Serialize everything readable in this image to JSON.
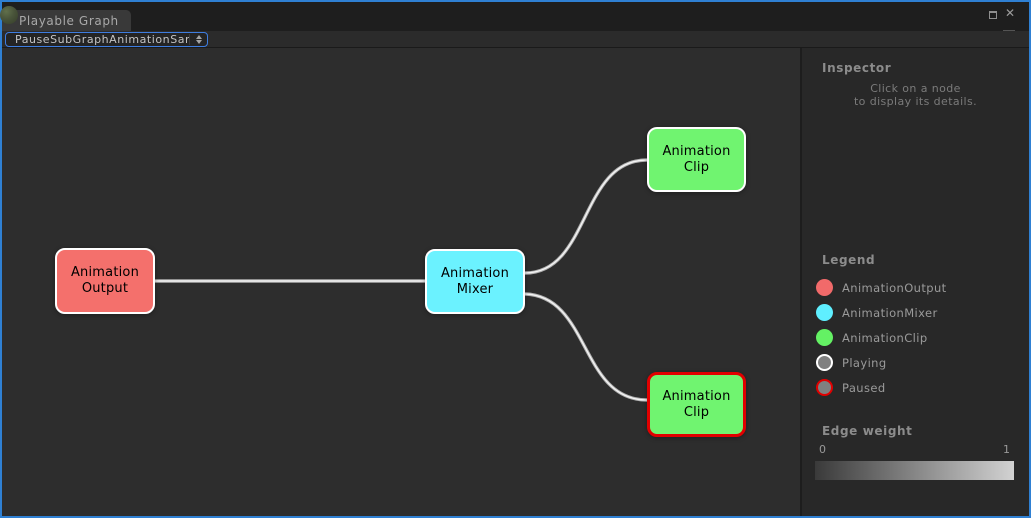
{
  "window": {
    "tab": "Playable Graph",
    "border_color": "#2F80D3",
    "controls": {
      "close_glyph": "✕"
    }
  },
  "toolbar": {
    "graph_dropdown": {
      "value": "PauseSubGraphAnimationSample"
    }
  },
  "graph": {
    "edge_color": "#C9C9C9",
    "nodes": [
      {
        "label": "Animation Output",
        "type": "AnimationOutput",
        "color": "#F4706C",
        "border_color": "#FFFFFF"
      },
      {
        "label": "Animation Mixer",
        "type": "AnimationMixer",
        "color": "#6BF2FF",
        "border_color": "#FFFFFF"
      },
      {
        "label": "Animation Clip",
        "type": "AnimationClip",
        "color": "#70F470",
        "border_color": "#FFFFFF"
      },
      {
        "label": "Animation Clip",
        "type": "AnimationClip",
        "color": "#70F470",
        "border_color": "#E10000",
        "state": "Paused"
      }
    ]
  },
  "inspector": {
    "title": "Inspector",
    "hint_line1": "Click on a node",
    "hint_line2": "to display its details."
  },
  "legend": {
    "title": "Legend",
    "items": [
      {
        "label": "AnimationOutput",
        "color": "#F16A6A",
        "ring": null
      },
      {
        "label": "AnimationMixer",
        "color": "#5FEFFF",
        "ring": null
      },
      {
        "label": "AnimationClip",
        "color": "#64F164",
        "ring": null
      },
      {
        "label": "Playing",
        "color": "#808080",
        "ring": "#FFFFFF"
      },
      {
        "label": "Paused",
        "color": "#808080",
        "ring": "#E10000"
      }
    ]
  },
  "edge_weight": {
    "title": "Edge weight",
    "min": "0",
    "max": "1",
    "gradient_start": "#3A3A3A",
    "gradient_end": "#D2D2D2"
  }
}
